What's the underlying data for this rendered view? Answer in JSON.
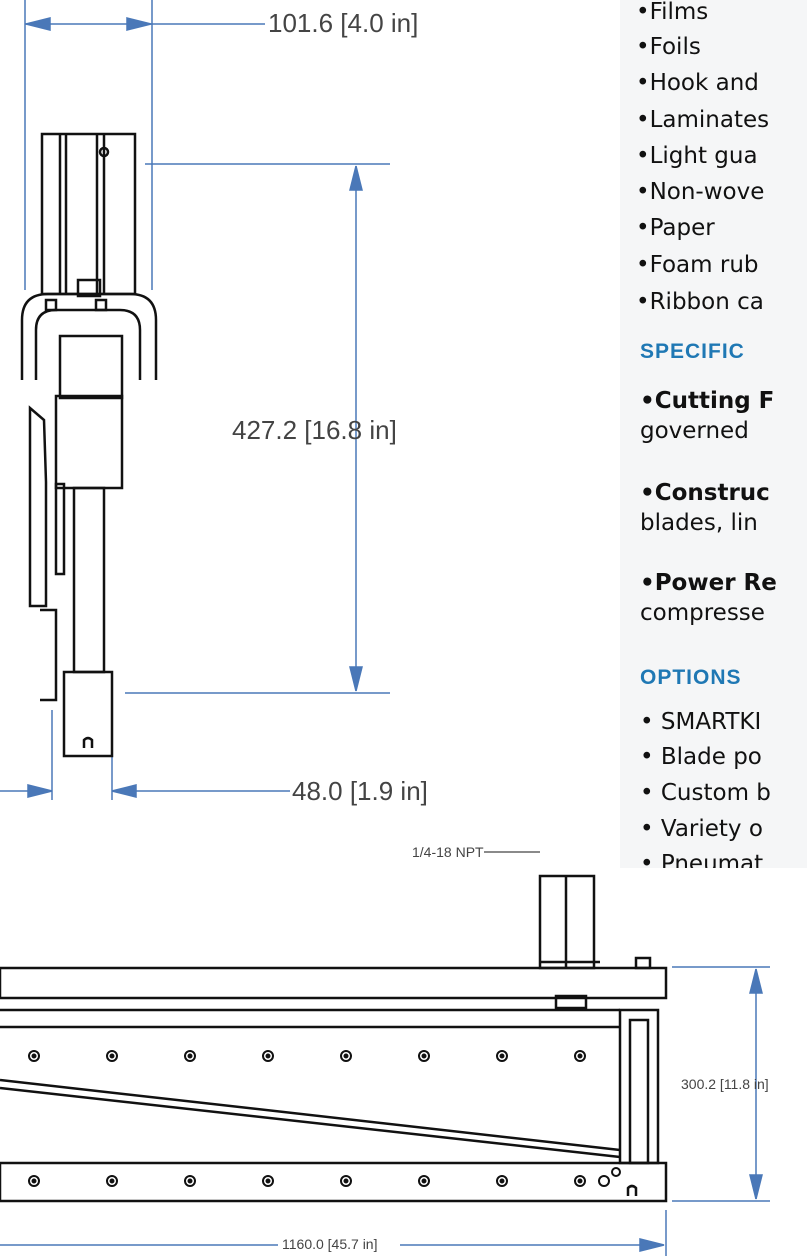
{
  "materials_list": [
    "•Films",
    "•Foils",
    "•Hook and",
    "•Laminates",
    "•Light gua",
    "•Non-wove",
    "•Paper",
    "•Foam rub",
    "•Ribbon ca"
  ],
  "specifications": {
    "heading": "SPECIFIC",
    "items": [
      {
        "bold": "•Cutting F",
        "rest": "governed"
      },
      {
        "bold": "•Construc",
        "rest": "blades, lin"
      },
      {
        "bold": "•Power Re",
        "rest": "compresse"
      }
    ]
  },
  "options": {
    "heading": "OPTIONS",
    "items": [
      "• SMARTKI",
      "• Blade po",
      "• Custom b",
      "• Variety o",
      "• Pneumat"
    ]
  },
  "dimensions": {
    "top_width": "101.6 [4.0 in]",
    "height": "427.2 [16.8 in]",
    "bottom_offset": "48.0 [1.9 in]",
    "port": "1/4-18 NPT",
    "base_height": "300.2 [11.8 in]",
    "base_length": "1160.0 [45.7 in]"
  },
  "colors": {
    "accent": "#1f78b4",
    "dimension_line": "#4a78b8",
    "line": "#111111"
  }
}
